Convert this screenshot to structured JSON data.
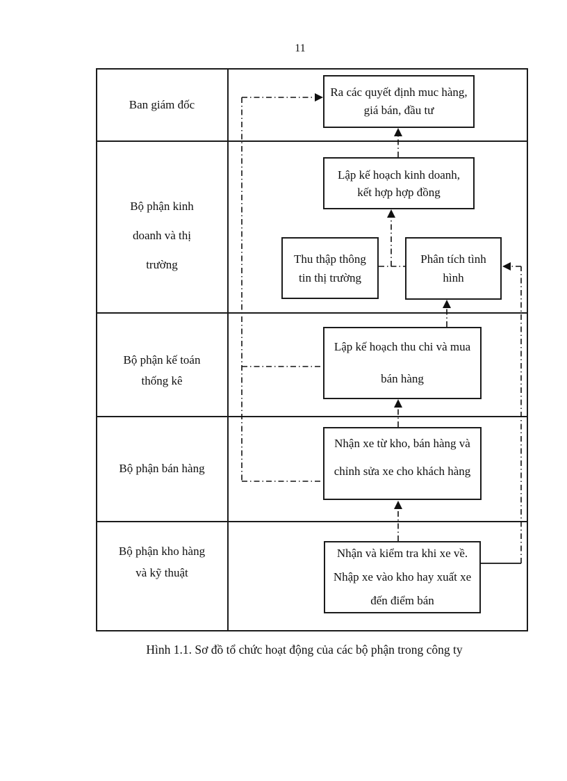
{
  "page": {
    "number": "11",
    "caption": "Hình 1.1. Sơ đồ tổ chức hoạt động của các bộ phận trong công ty"
  },
  "diagram": {
    "departments": [
      {
        "label": "Ban giám đốc"
      },
      {
        "label": "Bộ phận kinh\ndoanh và thị\ntrường"
      },
      {
        "label": "Bộ phận kế toán\nthống kê"
      },
      {
        "label": "Bộ phận bán hàng"
      },
      {
        "label": "Bộ phận kho hàng\nvà kỹ thuật"
      }
    ],
    "boxes": [
      {
        "id": "decision",
        "text": "Ra các quyết định muc hàng,\ngiá bán, đầu tư"
      },
      {
        "id": "business-plan",
        "text": "Lập kế hoạch kinh doanh,\nkết hợp hợp đồng"
      },
      {
        "id": "collect-info",
        "text": "Thu thập thông\ntin thị trường"
      },
      {
        "id": "analyze-situation",
        "text": "Phân tích tình\nhình"
      },
      {
        "id": "finance-plan",
        "text": "Lập kế hoạch thu chi và mua\nbán hàng"
      },
      {
        "id": "sales",
        "text": "Nhận xe từ kho, bán hàng và\nchỉnh sửa xe cho khách hàng"
      },
      {
        "id": "warehouse",
        "text": "Nhận và kiểm tra khi xe về.\nNhập xe vào kho hay xuất xe\nđến điểm bán"
      }
    ]
  }
}
